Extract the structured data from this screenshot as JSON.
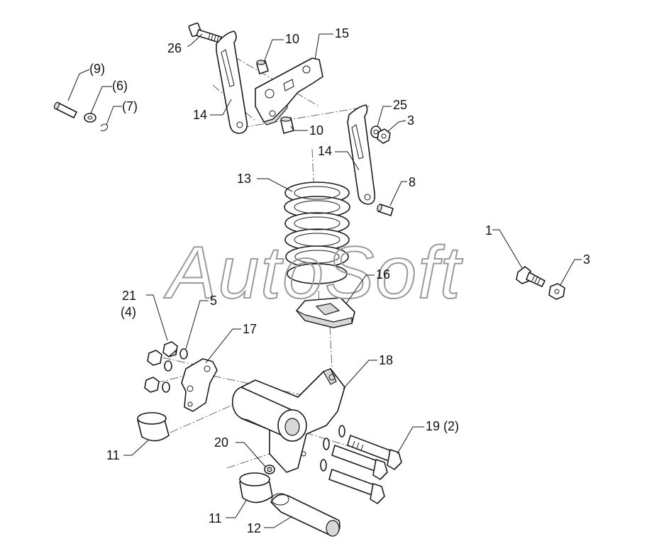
{
  "watermark": "AutoSoft",
  "labels": {
    "l26": "26",
    "l10a": "10",
    "l15": "15",
    "l9": "(9)",
    "l6": "(6)",
    "l7": "(7)",
    "l14a": "14",
    "l10b": "10",
    "l25": "25",
    "l3a": "3",
    "l14b": "14",
    "l13": "13",
    "l8": "8",
    "l1": "1",
    "l3b": "3",
    "l16": "16",
    "l21": "21",
    "l4": "(4)",
    "l5": "5",
    "l17": "17",
    "l18": "18",
    "l19": "19 (2)",
    "l11a": "11",
    "l20": "20",
    "l11b": "11",
    "l12": "12"
  }
}
